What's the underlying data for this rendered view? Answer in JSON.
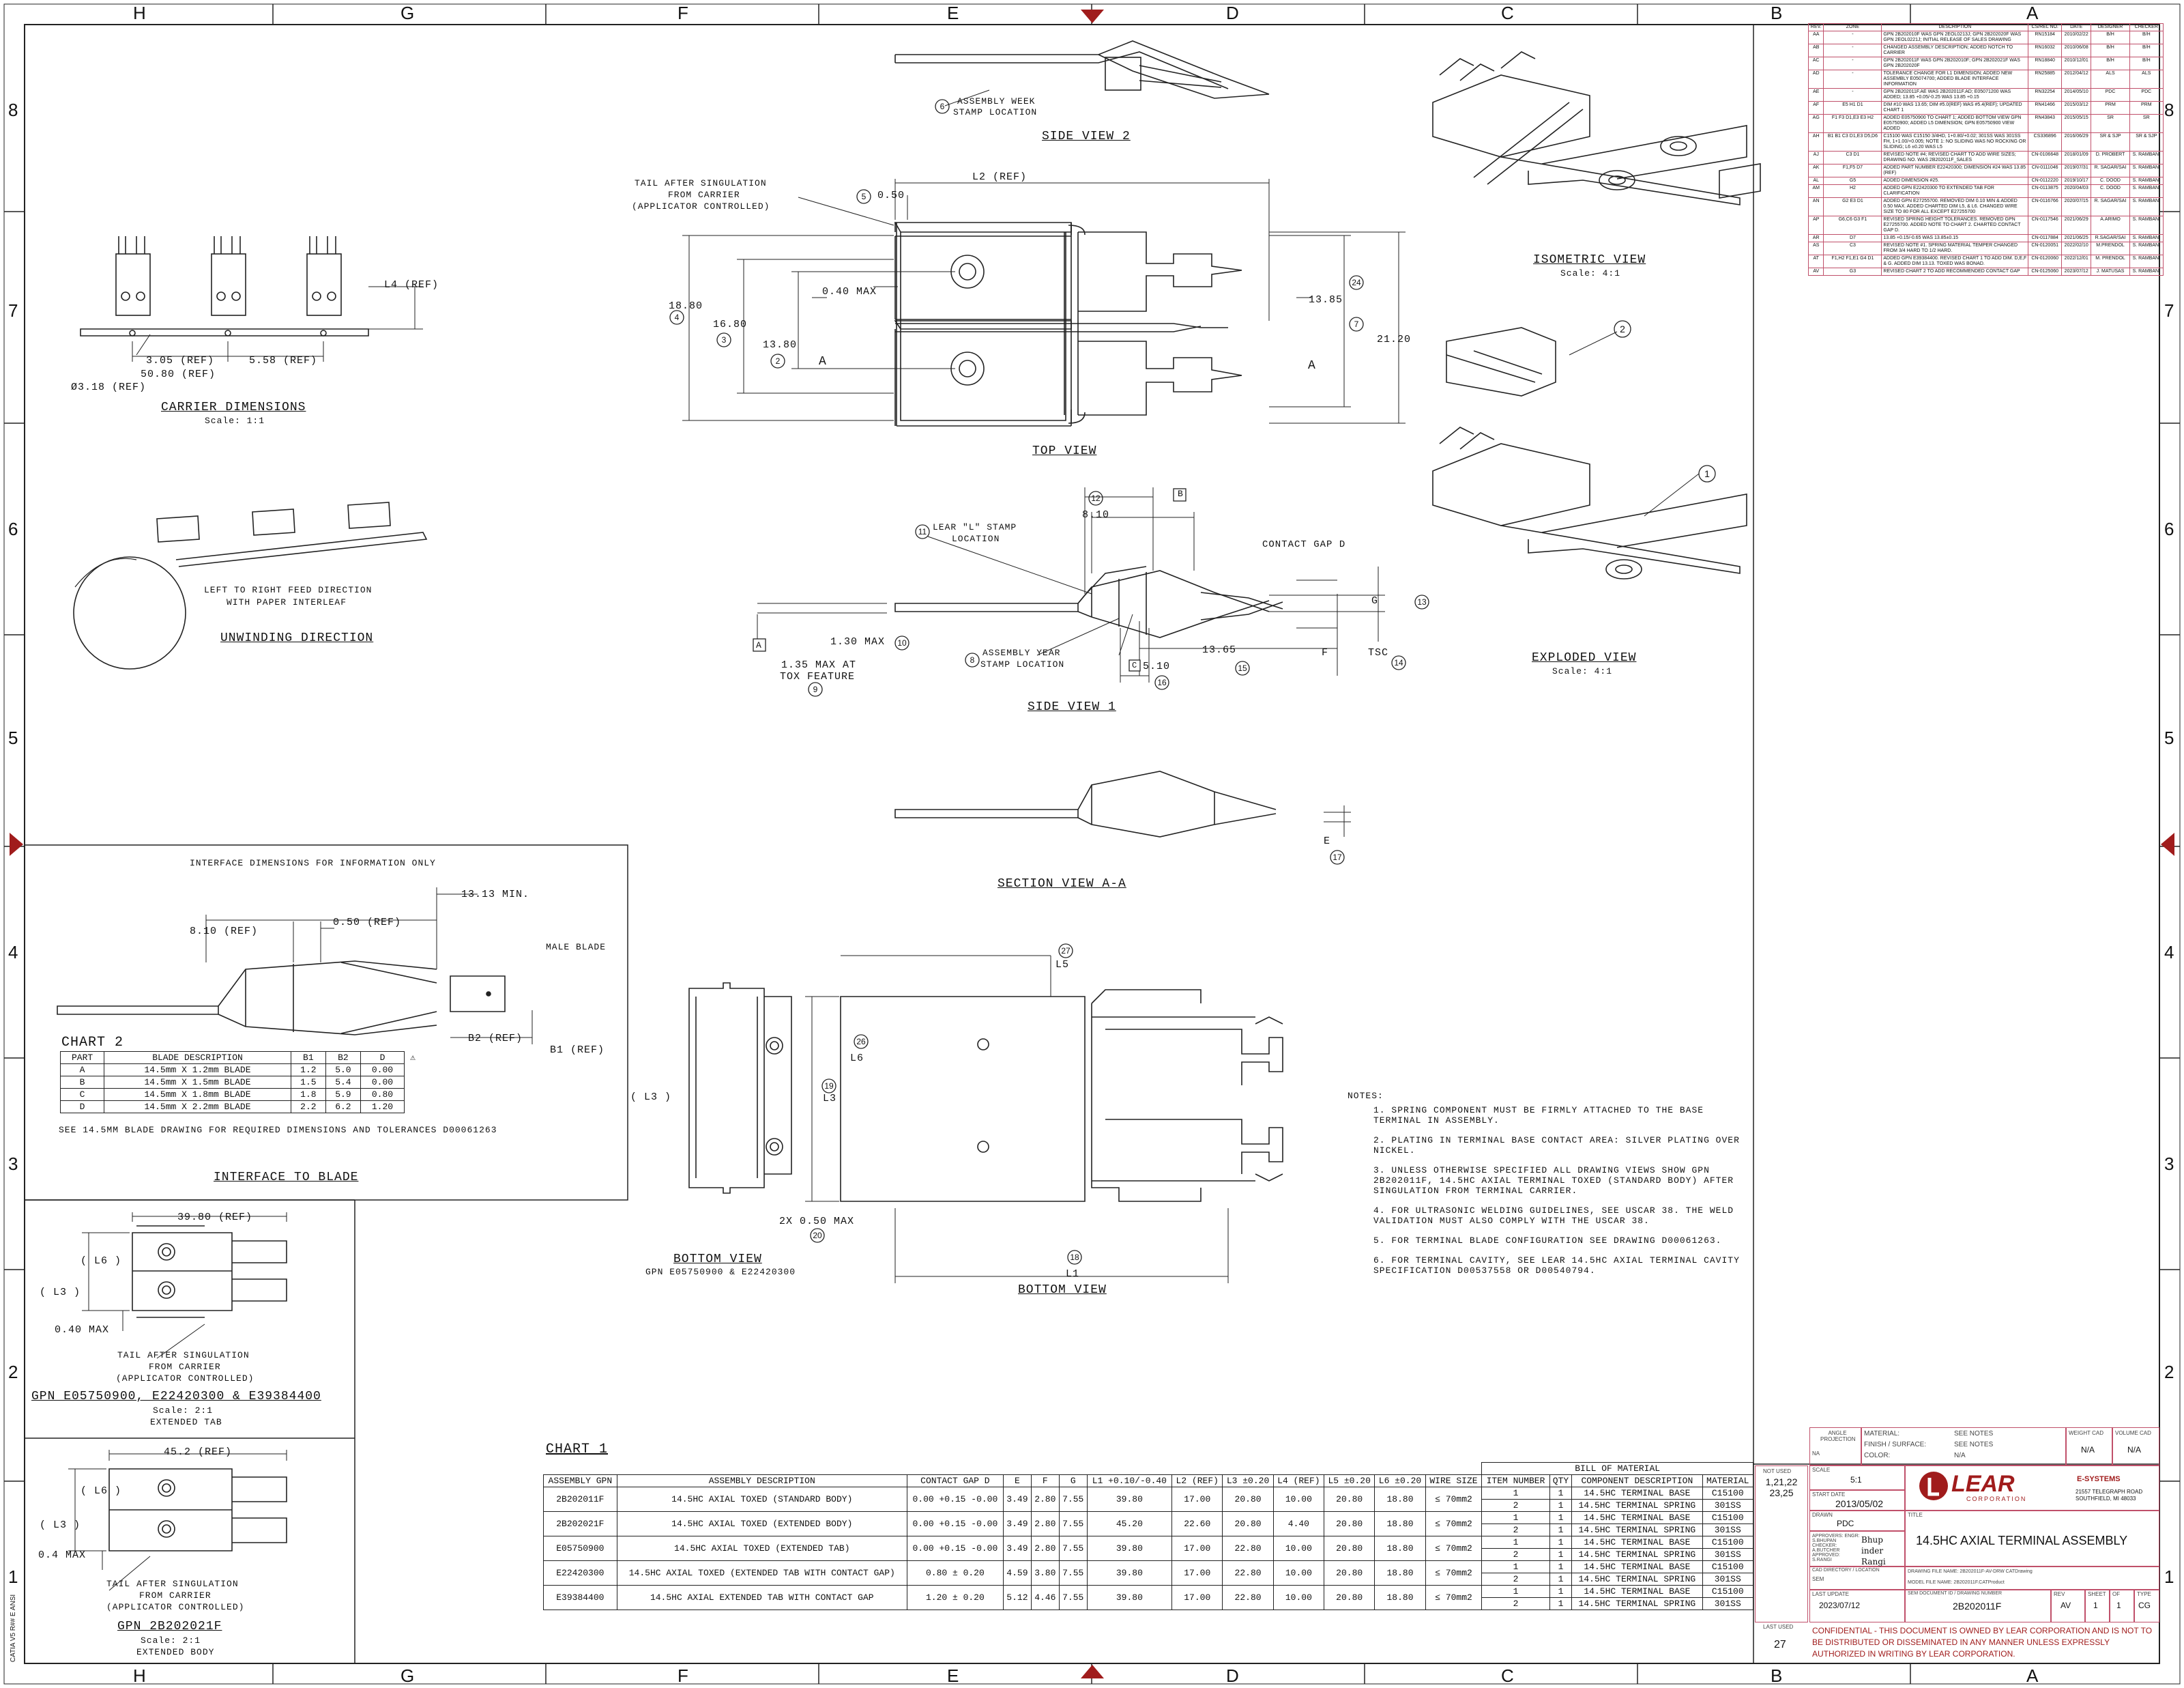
{
  "zones_top": [
    "H",
    "G",
    "F",
    "E",
    "D",
    "C",
    "B",
    "A"
  ],
  "zones_side": [
    "8",
    "7",
    "6",
    "5",
    "4",
    "3",
    "2",
    "1"
  ],
  "views": {
    "side_view_2": "SIDE VIEW 2",
    "top_view": "TOP VIEW",
    "side_view_1": "SIDE VIEW 1",
    "section_view": "SECTION VIEW A-A",
    "bottom_view": "BOTTOM VIEW",
    "bottom_view_gpn": "GPN E05750900 & E22420300",
    "bottom_view_2": "BOTTOM VIEW",
    "isometric_view": "ISOMETRIC VIEW",
    "isometric_scale": "Scale:  4:1",
    "exploded_view": "EXPLODED VIEW",
    "exploded_scale": "Scale:  4:1",
    "carrier_dimensions": "CARRIER DIMENSIONS",
    "carrier_scale": "Scale:  1:1",
    "unwinding_direction": "UNWINDING DIRECTION",
    "interface_to_blade": "INTERFACE TO BLADE",
    "gpn_ext": "GPN E05750900, E22420300 & E39384400",
    "gpn_ext_scale": "Scale:  2:1",
    "gpn_ext_sub": "EXTENDED TAB",
    "gpn_2b": "GPN 2B202021F",
    "gpn_2b_scale": "Scale:  2:1",
    "gpn_2b_sub": "EXTENDED BODY"
  },
  "callouts": {
    "assembly_week": "ASSEMBLY WEEK",
    "stamp_location": "STAMP LOCATION",
    "tail_after_1": "TAIL AFTER SINGULATION",
    "tail_after_2": "FROM CARRIER",
    "tail_after_3": "(APPLICATOR CONTROLLED)",
    "l2_ref": "L2 (REF)",
    "d050": "0.50",
    "d040max": "0.40 MAX",
    "d1880": "18.80",
    "d1680": "16.80",
    "d1380": "13.80",
    "d1385": "13.85",
    "d2120": "21.20",
    "a_mark": "A",
    "l4_ref": "L4 (REF)",
    "c305": "3.05 (REF)",
    "c5080": "50.80 (REF)",
    "c558": "5.58 (REF)",
    "c318": "Ø3.18 (REF)",
    "feed_dir_1": "LEFT TO RIGHT FEED DIRECTION",
    "feed_dir_2": "WITH PAPER INTERLEAF",
    "lear_l_1": "LEAR \"L\" STAMP",
    "lear_l_2": "LOCATION",
    "d810": "8.10",
    "b_box": "B",
    "contact_gap_d": "CONTACT GAP D",
    "g_mark": "G",
    "d130max": "1.30 MAX",
    "d135_1": "1.35 MAX AT",
    "d135_2": "TOX FEATURE",
    "asm_year_1": "ASSEMBLY YEAR",
    "asm_year_2": "STAMP LOCATION",
    "d1365": "13.65",
    "f_tsc": "F",
    "tsc": "TSC",
    "d510": "5.10",
    "c_box": "C",
    "a_box": "A",
    "e_mark": "E",
    "interface_info": "INTERFACE DIMENSIONS FOR INFORMATION ONLY",
    "d1313min": "13.13 MIN.",
    "i810": "8.10 (REF)",
    "i050": "0.50 (REF)",
    "male_blade": "MALE BLADE",
    "b2_ref": "B2 (REF)",
    "b1_ref": "B1 (REF)",
    "l5": "L5",
    "l6": "L6",
    "l3": "L3",
    "l3_ref": "( L3 )",
    "d2x050": "2X 0.50 MAX",
    "l1": "L1",
    "e3980": "39.80 (REF)",
    "l6_ref": "( L6 )",
    "e040": "0.40 MAX",
    "e452": "45.2 (REF)",
    "e04": "0.4 MAX",
    "side_stamp": "CATIA V5 R## E ANSI"
  },
  "chart2": {
    "title": "CHART 2",
    "headers": [
      "PART",
      "BLADE DESCRIPTION",
      "B1",
      "B2",
      "D"
    ],
    "rows": [
      [
        "A",
        "14.5mm X 1.2mm BLADE",
        "1.2",
        "5.0",
        "0.00"
      ],
      [
        "B",
        "14.5mm X 1.5mm BLADE",
        "1.5",
        "5.4",
        "0.00"
      ],
      [
        "C",
        "14.5mm X 1.8mm BLADE",
        "1.8",
        "5.9",
        "0.80"
      ],
      [
        "D",
        "14.5mm X 2.2mm BLADE",
        "2.2",
        "6.2",
        "1.20"
      ]
    ],
    "note": "SEE 14.5MM BLADE DRAWING FOR REQUIRED DIMENSIONS AND TOLERANCES D00061263"
  },
  "chart1": {
    "title": "CHART 1",
    "headers": [
      "ASSEMBLY GPN",
      "ASSEMBLY DESCRIPTION",
      "CONTACT GAP D",
      "E",
      "F",
      "G",
      "L1 +0.10/-0.40",
      "L2 (REF)",
      "L3 ±0.20",
      "L4 (REF)",
      "L5 ±0.20",
      "L6 ±0.20",
      "WIRE SIZE"
    ],
    "bom_title": "BILL OF MATERIAL",
    "bom_headers": [
      "ITEM NUMBER",
      "QTY",
      "COMPONENT DESCRIPTION",
      "MATERIAL"
    ],
    "rows": [
      {
        "gpn": "2B202011F",
        "desc": "14.5HC AXIAL TOXED (STANDARD BODY)",
        "gap": "0.00 +0.15 -0.00",
        "e": "3.49",
        "f": "2.80",
        "g": "7.55",
        "l1": "39.80",
        "l2": "17.00",
        "l3": "20.80",
        "l4": "10.00",
        "l5": "20.80",
        "l6": "18.80",
        "wire": "≤ 70mm2"
      },
      {
        "gpn": "2B202021F",
        "desc": "14.5HC AXIAL TOXED (EXTENDED BODY)",
        "gap": "0.00 +0.15 -0.00",
        "e": "3.49",
        "f": "2.80",
        "g": "7.55",
        "l1": "45.20",
        "l2": "22.60",
        "l3": "20.80",
        "l4": "4.40",
        "l5": "20.80",
        "l6": "18.80",
        "wire": "≤ 70mm2"
      },
      {
        "gpn": "E05750900",
        "desc": "14.5HC AXIAL TOXED (EXTENDED TAB)",
        "gap": "0.00 +0.15 -0.00",
        "e": "3.49",
        "f": "2.80",
        "g": "7.55",
        "l1": "39.80",
        "l2": "17.00",
        "l3": "22.80",
        "l4": "10.00",
        "l5": "20.80",
        "l6": "18.80",
        "wire": "≤ 70mm2"
      },
      {
        "gpn": "E22420300",
        "desc": "14.5HC AXIAL TOXED (EXTENDED TAB WITH CONTACT GAP)",
        "gap": "0.80 ± 0.20",
        "e": "4.59",
        "f": "3.80",
        "g": "7.55",
        "l1": "39.80",
        "l2": "17.00",
        "l3": "22.80",
        "l4": "10.00",
        "l5": "20.80",
        "l6": "18.80",
        "wire": "≤ 70mm2"
      },
      {
        "gpn": "E39384400",
        "desc": "14.5HC AXIAL EXTENDED TAB WITH CONTACT GAP",
        "gap": "1.20 ± 0.20",
        "e": "5.12",
        "f": "4.46",
        "g": "7.55",
        "l1": "39.80",
        "l2": "17.00",
        "l3": "22.80",
        "l4": "10.00",
        "l5": "20.80",
        "l6": "18.80",
        "wire": "≤ 70mm2"
      }
    ],
    "bom_rows": [
      [
        "1",
        "1",
        "14.5HC TERMINAL BASE",
        "C15100"
      ],
      [
        "2",
        "1",
        "14.5HC TERMINAL SPRING",
        "301SS"
      ]
    ]
  },
  "notes": {
    "title": "NOTES:",
    "items": [
      "1. SPRING COMPONENT MUST BE FIRMLY ATTACHED TO THE BASE TERMINAL IN ASSEMBLY.",
      "2. PLATING IN TERMINAL BASE CONTACT AREA: SILVER PLATING OVER NICKEL.",
      "3. UNLESS OTHERWISE SPECIFIED ALL DRAWING VIEWS SHOW GPN 2B202011F, 14.5HC AXIAL TERMINAL TOXED (STANDARD BODY) AFTER SINGULATION FROM TERMINAL CARRIER.",
      "4. FOR ULTRASONIC WELDING GUIDELINES, SEE USCAR 38. THE WELD VALIDATION MUST ALSO COMPLY WITH THE USCAR 38.",
      "5. FOR TERMINAL BLADE CONFIGURATION SEE DRAWING D00061263.",
      "6. FOR TERMINAL CAVITY, SEE LEAR 14.5HC AXIAL TERMINAL CAVITY SPECIFICATION D00537558 OR D00540794."
    ]
  },
  "revisions": {
    "headers": [
      "REV.",
      "ZONE",
      "DESCRIPTION",
      "CS/REL NO.",
      "DATE",
      "DESIGNER",
      "CHECKER"
    ],
    "rows": [
      [
        "AA",
        "-",
        "GPN 2B202010F WAS GPN 2EOL0213J; GPN 2B202020F WAS GPN 2EOL0221J; INITIAL RELEASE OF SALES DRAWING",
        "RN15184",
        "2010/02/22",
        "B/H",
        "B/H"
      ],
      [
        "AB",
        "-",
        "CHANGED ASSEMBLY DESCRIPTION; ADDED NOTCH TO CARRIER",
        "RN16032",
        "2010/06/08",
        "B/H",
        "B/H"
      ],
      [
        "AC",
        "-",
        "GPN 2B202011F WAS GPN 2B202010F; GPN 2B202021F WAS GPN 2B202020F",
        "RN18840",
        "2010/12/01",
        "B/H",
        "B/H"
      ],
      [
        "AD",
        "-",
        "TOLERANCE CHANGE FOR L1 DIMENSION; ADDED NEW ASSEMBLY E05074700; ADDED BLADE INTERFACE INFORMATION",
        "RN25885",
        "2012/04/12",
        "ALS",
        "ALS"
      ],
      [
        "AE",
        "-",
        "GPN 2B202011F.AE WAS 2B202011F.AD; E05071200 WAS ADDED; 13.85 +0.05/-0.25 WAS 13.85 +0.15",
        "RN32254",
        "2014/05/10",
        "PDC",
        "PDC"
      ],
      [
        "AF",
        "E5 H1 D1",
        "DIM #10 WAS 13.65; DIM #5.0(REF) WAS #5.4(REF); UPDATED CHART 1",
        "RN41466",
        "2015/03/12",
        "PRM",
        "PRM"
      ],
      [
        "AG",
        "F1 F3 D1,E3 E3 H2",
        "ADDED E05750900 TO CHART 1; ADDED BOTTOM VIEW GPN E05750900; ADDED L5 DIMENSION; GPN E05750900 VIEW ADDED",
        "RN43843",
        "2015/05/15",
        "SR",
        "SR"
      ],
      [
        "AH",
        "B1 B1 C3 D1,E3 D5,D6",
        "C15100 WAS C15150 3/4HD, 1+0.80/+0.02; 301SS WAS 301SS FH, 1+1.00/+0.005; NOTE 1: NO SLIDING WAS NO ROCKING OR SLIDING; L6 ±0.20 WAS L5",
        "CS336896",
        "2016/06/29",
        "SR & SJP",
        "SR & SJP"
      ],
      [
        "AJ",
        "C3 D1",
        "REVISED NOTE #4; REVISED CHART TO ADD WIRE SIZES; DRAWING NO. WAS 2B202011F_SALES",
        "CN-0106648",
        "2018/01/09",
        "D. PROBERT",
        "S. RAMBANI"
      ],
      [
        "AK",
        "F1,F5 D7",
        "ADDED PART NUMBER E22420300; DIMENSION #24 WAS 13.85 (REF)",
        "CN-0111046",
        "2019/07/31",
        "R. SAGAR/SAI",
        "S. RAMBANI"
      ],
      [
        "AL",
        "G5",
        "ADDED DIMENSION #25.",
        "CN-0112220",
        "2019/10/17",
        "C. DOOD",
        "S. RAMBANI"
      ],
      [
        "AM",
        "H2",
        "ADDED GPN E22420300 TO EXTENDED TAB FOR CLARIFICATION",
        "CN-0113875",
        "2020/04/03",
        "C. DOOD",
        "S. RAMBANI"
      ],
      [
        "AN",
        "G2 E3 D1",
        "ADDED GPN E27255700. REMOVED DIM 0.10 MIN & ADDED 0.50 MAX. ADDED CHARTED DIM L5, & L6. CHANGED WIRE SIZE TO 80 FOR ALL EXCEPT E27255700",
        "CN-0116766",
        "2020/07/15",
        "R. SAGAR/SAI",
        "S. RAMBANI"
      ],
      [
        "AP",
        "G6,C6 G3 F1",
        "REVISED SPRING HEIGHT TOLERANCES. REMOVED GPN E27255700. ADDED NOTE TO CHART 2. CHARTED CONTACT GAP D.",
        "CN-0117546",
        "2021/06/29",
        "A.ARIMO",
        "S. RAMBANI"
      ],
      [
        "AR",
        "D7",
        "13.85 +0.15/-0.65 WAS 13.85±0.15",
        "CN-0117884",
        "2021/06/25",
        "R.SAGAR/SAI",
        "S. RAMBANI"
      ],
      [
        "AS",
        "C3",
        "REVISED NOTE #1. SPRING MATERIAL TEMPER CHANGED FROM 3/4 HARD TO 1/2 HARD.",
        "CN-0120051",
        "2022/02/10",
        "M.PRENDOL",
        "S. RAMBANI"
      ],
      [
        "AT",
        "F1,H2 F1,E1 G4 D1",
        "ADDED GPN E39384400. REVISED CHART 1 TO ADD DIM. D,E,F & G. ADDED DIM 13.13. TOXED WAS BONAD.",
        "CN-0120060",
        "2022/12/01",
        "M. PRENDOL",
        "S. RAMBANI"
      ],
      [
        "AV",
        "G3",
        "REVISED CHART 2 TO ADD RECOMMENDED CONTACT GAP",
        "CN-0125060",
        "2023/07/12",
        "J. MATUSAS",
        "S. RAMBANI"
      ]
    ]
  },
  "title_block": {
    "not_used": "NOT USED",
    "not_used_val": "1,21,22 23,25",
    "last_used": "LAST USED",
    "last_used_val": "27",
    "angle_proj": "ANGLE PROJECTION",
    "material_lbl": "MATERIAL:",
    "material_val": "SEE NOTES",
    "finish_lbl": "FINISH / SURFACE:",
    "finish_val": "SEE NOTES",
    "color_lbl": "COLOR:",
    "color_val": "N/A",
    "weight_lbl": "WEIGHT CAD",
    "weight_val": "N/A",
    "volume_lbl": "VOLUME CAD",
    "volume_val": "N/A",
    "scale_lbl": "SCALE",
    "scale_val": "5:1",
    "start_date_lbl": "START DATE",
    "start_date_val": "2013/05/02",
    "drawn_lbl": "DRAWN",
    "drawn_val": "PDC",
    "approvers": "APPROVERS: ENGR: S.BHUPAN  CHECKER: A.BUTCHER  APPROVED: S.RANGI",
    "sig1": "Bhup",
    "sig2": "inder",
    "sig3": "Rangi",
    "title_lbl": "TITLE",
    "title_val": "14.5HC AXIAL TERMINAL ASSEMBLY",
    "logo": "LEAR",
    "logo_sub": "CORPORATION",
    "esys": "E-SYSTEMS",
    "esys_addr1": "21557 TELEGRAPH ROAD",
    "esys_addr2": "SOUTHFIELD, MI 48033",
    "cad_dir_lbl": "CAD DIRECTORY / LOCATION",
    "cad_dir_val": "SEM",
    "drawing_file_lbl": "DRAWING FILE NAME: 2B202011F-AV-DRW CATDrawing",
    "model_file_lbl": "MODEL FILE NAME: 2B202011F.CATProduct",
    "last_update_lbl": "LAST UPDATE",
    "last_update_val": "2023/07/12",
    "doc_id_lbl": "SEM DOCUMENT ID / DRAWING NUMBER",
    "doc_id_val": "2B202011F",
    "rev_lbl": "REV",
    "rev_val": "AV",
    "sheet_lbl": "SHEET",
    "sheet_val": "1",
    "of_lbl": "OF",
    "of_val": "1",
    "type_lbl": "TYPE",
    "type_val": "CG",
    "confidential": "CONFIDENTIAL - THIS DOCUMENT IS OWNED BY LEAR CORPORATION AND IS NOT TO BE DISTRIBUTED OR DISSEMINATED IN ANY MANNER UNLESS EXPRESSLY AUTHORIZED IN WRITING BY LEAR CORPORATION."
  },
  "colors": {
    "accent": "#a01c1c",
    "revision_border": "#c0506a",
    "line": "#222222"
  }
}
